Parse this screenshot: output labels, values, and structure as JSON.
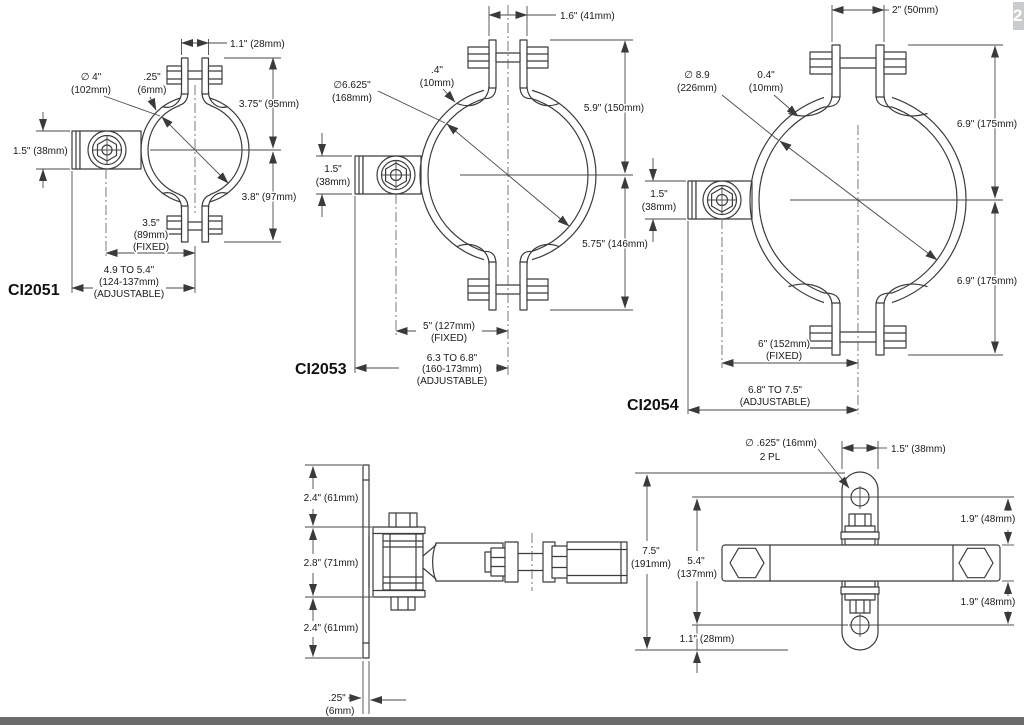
{
  "page": {
    "background": "#ffffff",
    "bottom_bar_color": "#6b6b6b",
    "badge": {
      "color": "#c9cbcc",
      "glyph": "2"
    }
  },
  "parts": {
    "ci2051": "CI2051",
    "ci2053": "CI2053",
    "ci2054": "CI2054"
  },
  "ci2051": {
    "top_width": "1.1\" (28mm)",
    "dia1": "∅ 4\"",
    "dia2": "(102mm)",
    "thk1": ".25\"",
    "thk2": "(6mm)",
    "upper": "3.75\" (95mm)",
    "lower": "3.8\" (97mm)",
    "hub": "1.5\" (38mm)",
    "fixed1": "3.5\"",
    "fixed2": "(89mm)",
    "fixed3": "(FIXED)",
    "adj1": "4.9 TO 5.4\"",
    "adj2": "(124-137mm)",
    "adj3": "(ADJUSTABLE)"
  },
  "ci2053": {
    "top_width": "1.6\" (41mm)",
    "dia1": "∅6.625\"",
    "dia2": "(168mm)",
    "thk1": ".4\"",
    "thk2": "(10mm)",
    "upper": "5.9\" (150mm)",
    "lower": "5.75\" (146mm)",
    "hub1": "1.5\"",
    "hub2": "(38mm)",
    "fixed1": "5\" (127mm)",
    "fixed2": "(FIXED)",
    "adj1": "6.3 TO 6.8\"",
    "adj2": "(160-173mm)",
    "adj3": "(ADJUSTABLE)"
  },
  "ci2054": {
    "top_width": "2\" (50mm)",
    "dia1": "∅ 8.9",
    "dia2": "(226mm)",
    "thk1": "0.4\"",
    "thk2": "(10mm)",
    "upper": "6.9\" (175mm)",
    "lower": "6.9\" (175mm)",
    "hub1": "1.5\"",
    "hub2": "(38mm)",
    "fixed1": "6\" (152mm)",
    "fixed2": "(FIXED)",
    "adj1": "6.8\" TO 7.5\"",
    "adj2": "(ADJUSTABLE)"
  },
  "side_view": {
    "top_offset": "2.4\" (61mm)",
    "hinge_height": "2.8\" (71mm)",
    "bottom_offset": "2.4\" (61mm)",
    "thk1": ".25\"",
    "thk2": "(6mm)"
  },
  "front_view": {
    "hole1": "∅ .625\" (16mm)",
    "hole2": "2 PL",
    "strap_width": "1.5\" (38mm)",
    "height1": "7.5\"",
    "height2": "(191mm)",
    "spacing1": "5.4\"",
    "spacing2": "(137mm)",
    "upper_offset": "1.9\" (48mm)",
    "lower_offset": "1.9\" (48mm)",
    "bottom_margin": "1.1\" (28mm)"
  }
}
